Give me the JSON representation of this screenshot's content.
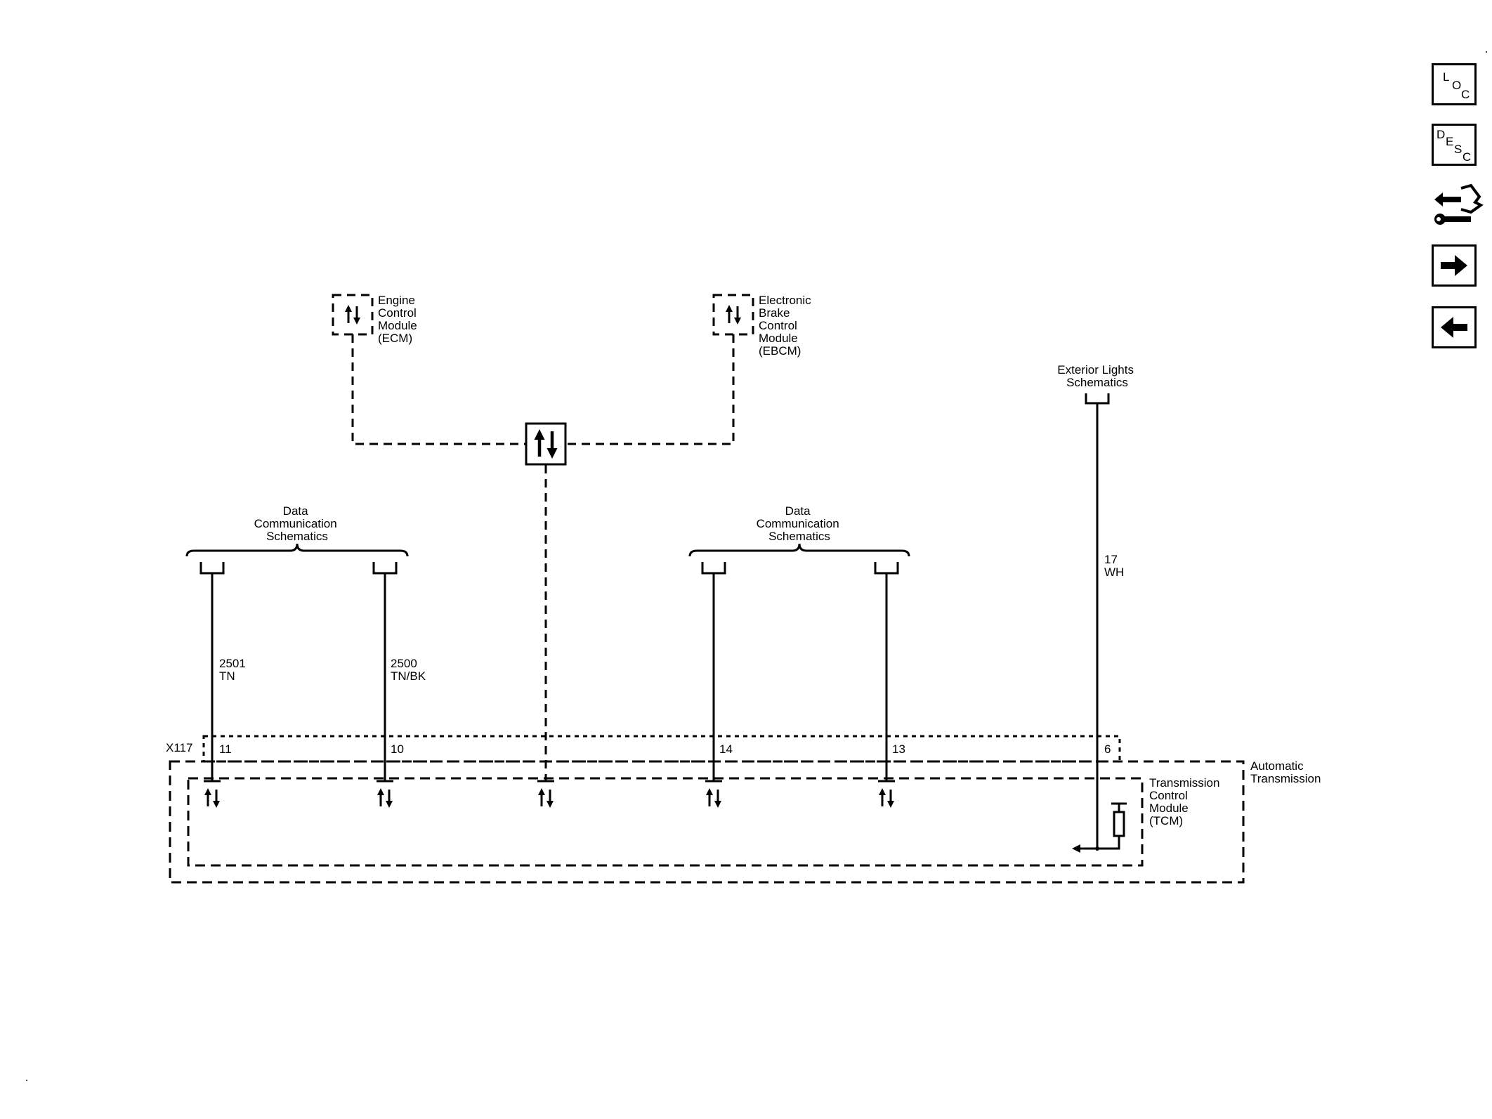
{
  "modules": {
    "ecm": [
      "Engine",
      "Control",
      "Module",
      "(ECM)"
    ],
    "ebcm": [
      "Electronic",
      "Brake",
      "Control",
      "Module",
      "(EBCM)"
    ],
    "tcm": [
      "Transmission",
      "Control",
      "Module",
      "(TCM)"
    ]
  },
  "references": {
    "data_comm": [
      "Data",
      "Communication",
      "Schematics"
    ],
    "exterior_lights": [
      "Exterior Lights",
      "Schematics"
    ]
  },
  "circuits": [
    {
      "number": "2501",
      "color": "TN"
    },
    {
      "number": "2500",
      "color": "TN/BK"
    },
    {
      "number": "17",
      "color": "WH"
    }
  ],
  "connector": {
    "id": "X117",
    "pins": [
      "11",
      "10",
      "14",
      "13",
      "6"
    ]
  },
  "assembly": [
    "Automatic",
    "Transmission"
  ],
  "nav": {
    "loc": [
      "L",
      "O",
      "C"
    ],
    "desc": [
      "D",
      "E",
      "S",
      "C"
    ]
  },
  "icons": [
    "loc-icon",
    "desc-icon",
    "connector-tool-icon",
    "arrow-right-icon",
    "arrow-left-icon"
  ]
}
